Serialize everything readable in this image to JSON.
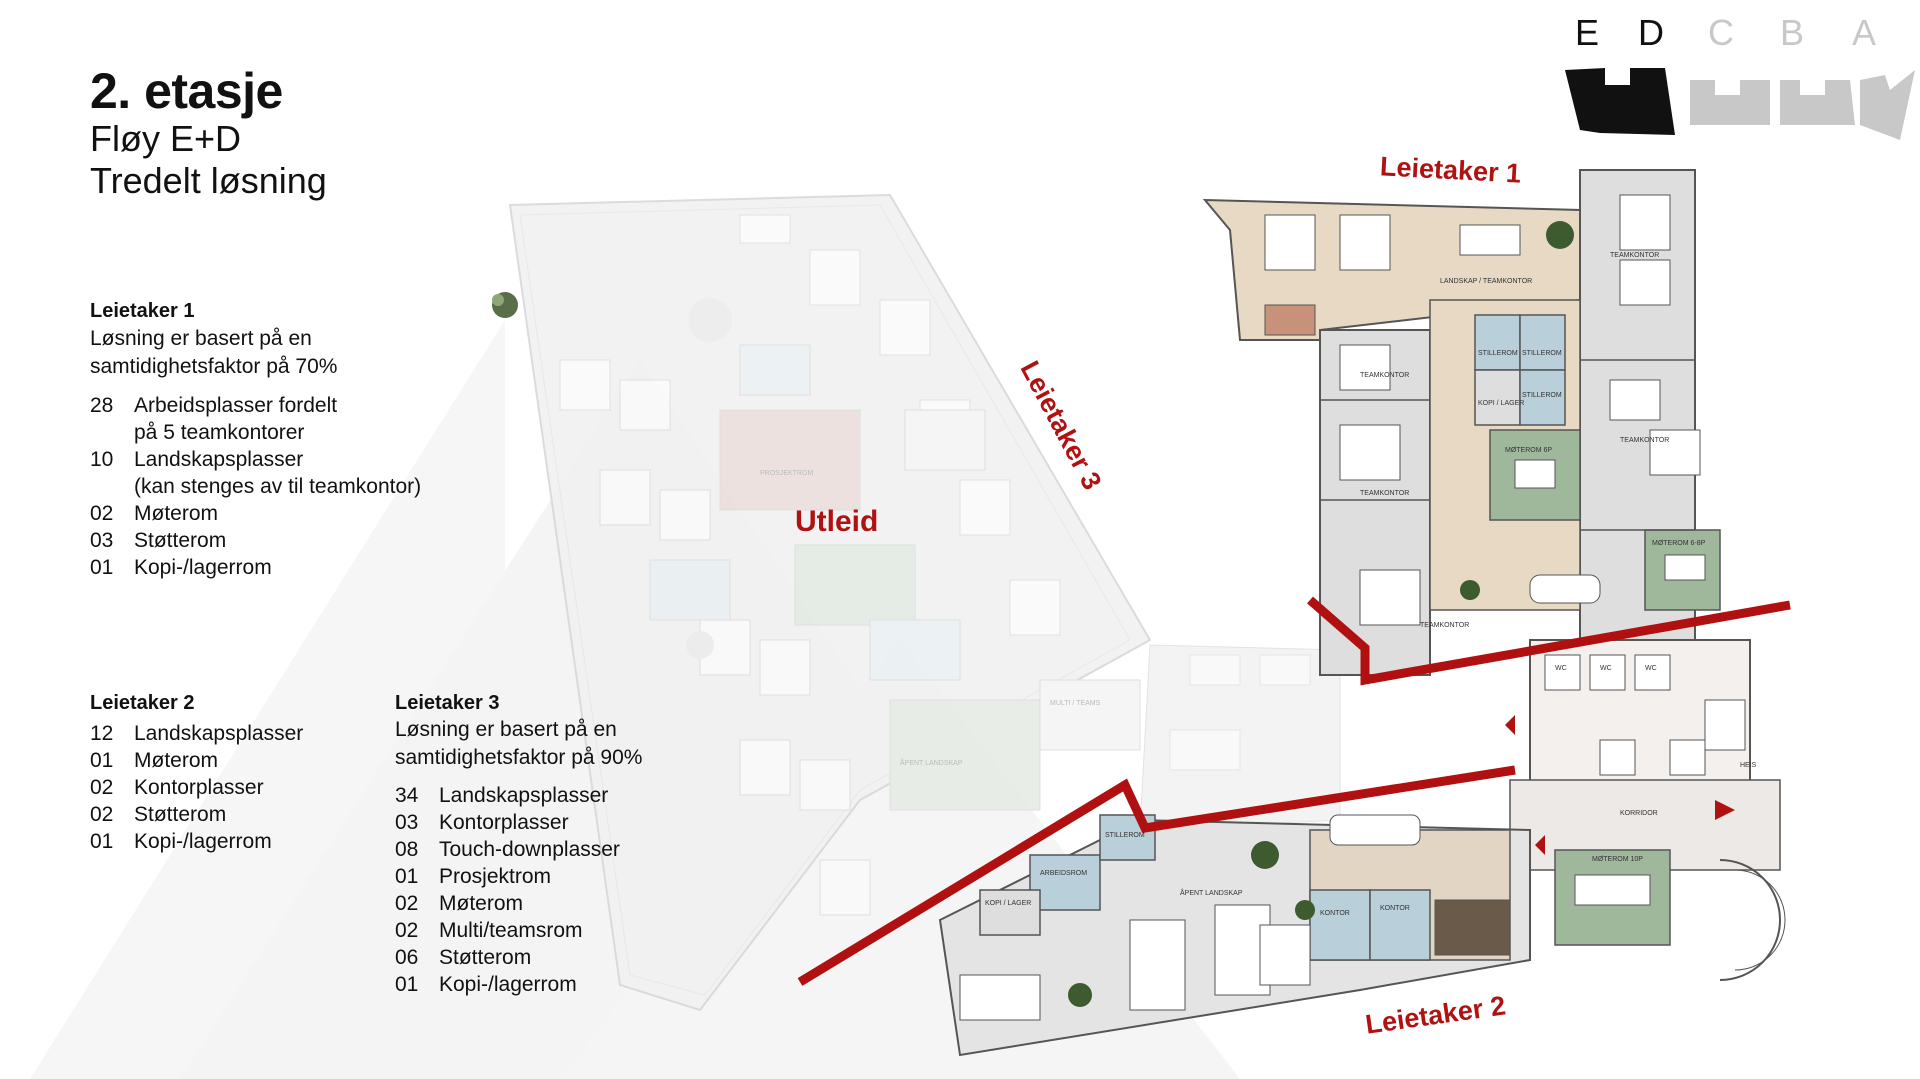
{
  "title": "2. etasje",
  "subtitle_line1": "Fløy E+D",
  "subtitle_line2": "Tredelt løsning",
  "tenant1": {
    "heading": "Leietaker 1",
    "desc_line1": "Løsning er basert på en",
    "desc_line2": "samtidighetsfaktor på 70%",
    "items": [
      {
        "num": "28",
        "label": "Arbeidsplasser fordelt",
        "label2": "på 5 teamkontorer"
      },
      {
        "num": "10",
        "label": "Landskapsplasser",
        "label2": "(kan stenges av til teamkontor)"
      },
      {
        "num": "02",
        "label": "Møterom"
      },
      {
        "num": "03",
        "label": "Støtterom"
      },
      {
        "num": "01",
        "label": "Kopi-/lagerrom"
      }
    ]
  },
  "tenant2": {
    "heading": "Leietaker 2",
    "items": [
      {
        "num": "12",
        "label": "Landskapsplasser"
      },
      {
        "num": "01",
        "label": "Møterom"
      },
      {
        "num": "02",
        "label": "Kontorplasser"
      },
      {
        "num": "02",
        "label": "Støtterom"
      },
      {
        "num": "01",
        "label": "Kopi-/lagerrom"
      }
    ]
  },
  "tenant3": {
    "heading": "Leietaker 3",
    "desc_line1": "Løsning er basert på en",
    "desc_line2": "samtidighetsfaktor på 90%",
    "items": [
      {
        "num": "34",
        "label": "Landskapsplasser"
      },
      {
        "num": "03",
        "label": "Kontorplasser"
      },
      {
        "num": "08",
        "label": "Touch-downplasser"
      },
      {
        "num": "01",
        "label": "Prosjektrom"
      },
      {
        "num": "02",
        "label": "Møterom"
      },
      {
        "num": "02",
        "label": "Multi/teamsrom"
      },
      {
        "num": "06",
        "label": "Støtterom"
      },
      {
        "num": "01",
        "label": "Kopi-/lagerrom"
      }
    ]
  },
  "map": {
    "label_tenant1": "Leietaker 1",
    "label_tenant2": "Leietaker 2",
    "label_tenant3": "Leietaker 3",
    "label_rented": "Utleid",
    "wings": [
      "E",
      "D",
      "C",
      "B",
      "A"
    ],
    "active_wings": [
      "E",
      "D"
    ],
    "rooms": {
      "landskap_teamkontor": "LANDSKAP / TEAMKONTOR",
      "teamkontor": "TEAMKONTOR",
      "stillerom": "STILLEROM",
      "kopi_lager": "KOPI / LAGER",
      "moterom_6p": "MØTEROM 6P",
      "moterom_68p": "MØTEROM 6-8P",
      "moterom_10p": "MØTEROM 10P",
      "kontor": "KONTOR",
      "apent_landskap": "Åpent landskap",
      "arbeidsrom": "ARBEIDSROM",
      "korridor": "Korridor",
      "heis": "HEIS",
      "wc": "WC",
      "prosjektrom": "PROSJEKTROM",
      "multi_teams": "MULTI / TEAMS"
    }
  },
  "colors": {
    "accent_red": "#b01212",
    "tenant_line": "#b01010",
    "wing_active": "#111111",
    "wing_inactive": "#c8c8c8",
    "floor_beige": "#e7d9c4",
    "floor_grey": "#d9d9d9",
    "meeting_green": "#9fb89c",
    "support_blue": "#b9cfd9"
  }
}
